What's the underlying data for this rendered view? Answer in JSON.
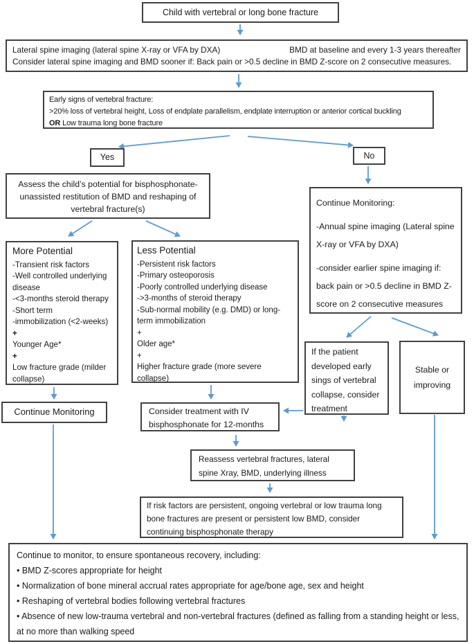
{
  "colors": {
    "arrow_blue": "#5B9BD5",
    "box_border": "#404040",
    "background": "#FFFFFF",
    "text": "#1A1A1A"
  },
  "nodes": {
    "start": {
      "text": "Child with vertebral or long bone fracture"
    },
    "imaging": {
      "line1_left": "Lateral spine imaging (lateral spine X-ray or VFA by DXA)",
      "line1_right": "BMD at baseline and every 1-3 years thereafter",
      "line2": "Consider lateral spine imaging and BMD sooner if: Back pain or >0.5 decline in BMD Z-score on 2 consecutive measures."
    },
    "early_signs": {
      "line1": "Early signs of vertebral fracture:",
      "line2": ">20% loss of vertebral height, Loss of endplate parallelism, endplate interruption or anterior cortical buckling",
      "line3_bold": "OR",
      "line3_rest": " Low trauma long bone fracture"
    },
    "yes": {
      "text": "Yes"
    },
    "no": {
      "text": "No"
    },
    "assess": {
      "text": "Assess the child’s potential for bisphosphonate-unassisted restitution of BMD and reshaping of vertebral fracture(s)"
    },
    "more_potential": {
      "title": "More Potential",
      "lines": [
        "-Transient risk factors",
        "-Well controlled underlying disease",
        "-<3-months steroid therapy",
        "-Short term",
        "-immobilization (<2-weeks)",
        "+",
        "Younger Age*",
        "+",
        "Low fracture grade (milder collapse)"
      ]
    },
    "less_potential": {
      "title": "Less Potential",
      "lines": [
        "-Persistent risk factors",
        "-Primary osteoporosis",
        "-Poorly controlled underlying disease",
        "->3-months of steroid therapy",
        "-Sub-normal mobility (e.g. DMD) or long-term immobilization",
        "+",
        "Older age*",
        "+",
        "Higher fracture grade (more severe collapse)"
      ]
    },
    "monitor_right": {
      "title": "Continue Monitoring:",
      "p1": "-Annual spine imaging (Lateral spine X-ray or VFA by DXA)",
      "p2": "-consider earlier spine imaging if: back pain or >0.5 decline in BMD Z-score on 2 consecutive measures"
    },
    "patient": {
      "text": "If the patient developed early sings of vertebral collapse, consider treatment"
    },
    "stable": {
      "text": "Stable or improving"
    },
    "monitor_left": {
      "text": "Continue Monitoring"
    },
    "consider": {
      "text": "Consider treatment with IV bisphosphonate for 12-months"
    },
    "reassess": {
      "text": "Reassess vertebral fractures, lateral spine Xray, BMD, underlying illness"
    },
    "risk": {
      "text": "If risk factors are persistent, ongoing vertebral or low trauma long bone fractures are present or persistent low BMD, consider continuing bisphosphonate therapy"
    },
    "final": {
      "title": "Continue to monitor, to ensure spontaneous recovery, including:",
      "bullets": [
        "• BMD Z-scores appropriate for height",
        "• Normalization of bone mineral accrual rates appropriate for age/bone age, sex and height",
        "• Reshaping of vertebral bodies following vertebral fractures",
        "• Absence of new low-trauma vertebral and non-vertebral fractures (defined as falling from a standing height or less, at no more than walking speed"
      ]
    }
  }
}
